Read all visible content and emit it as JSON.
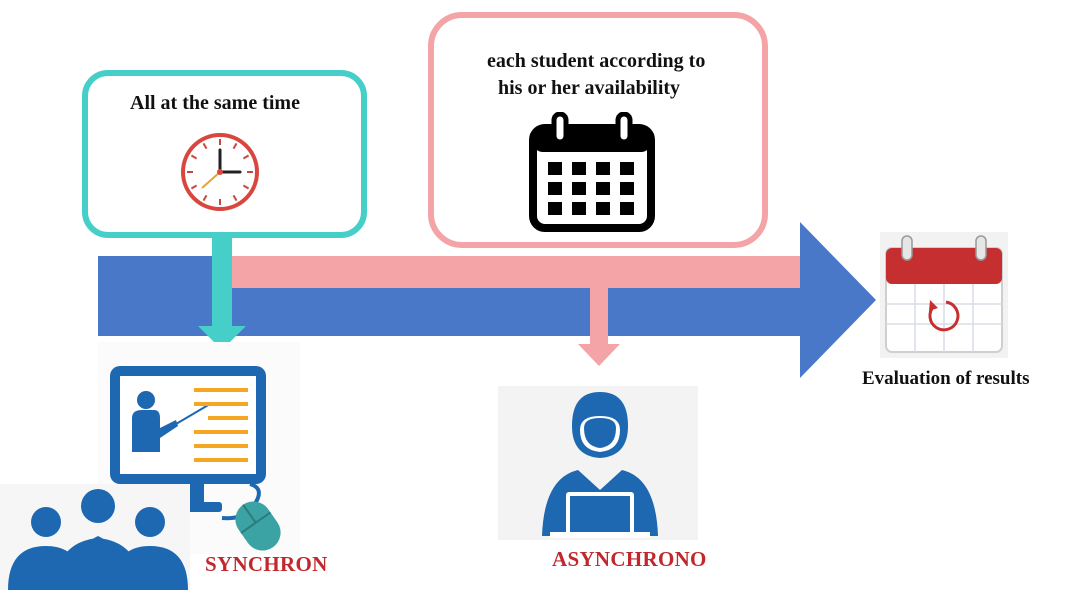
{
  "sync_box": {
    "text": "All at the same time",
    "icon": "clock-icon"
  },
  "async_box": {
    "line1": "each student according to",
    "line2": "his or her availability",
    "icon": "calendar-icon"
  },
  "evaluation": {
    "label": "Evaluation of results",
    "icon": "calendar-refresh-icon"
  },
  "synchron_label": "SYNCHRON",
  "asynchrono_label": "ASYNCHRONO",
  "colors": {
    "timeline_blue": "#4a78c8",
    "pink": "#f4a3a6",
    "teal": "#45cfc8",
    "icon_blue": "#1d68b0",
    "icon_orange": "#f5a623",
    "label_red": "#c0282d"
  }
}
